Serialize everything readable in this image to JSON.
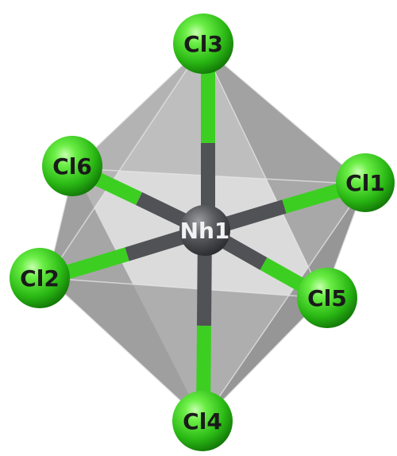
{
  "molecule": {
    "center_atom": {
      "label": "Nh1",
      "color": "#55575a"
    },
    "ligands": [
      {
        "id": "cl3",
        "label": "Cl3"
      },
      {
        "id": "cl6",
        "label": "Cl6"
      },
      {
        "id": "cl1",
        "label": "Cl1"
      },
      {
        "id": "cl2",
        "label": "Cl2"
      },
      {
        "id": "cl5",
        "label": "Cl5"
      },
      {
        "id": "cl4",
        "label": "Cl4"
      }
    ],
    "ligand_color": "#3fcf24",
    "bond_inner_color": "#505256",
    "polyhedron_color": "#9a9a9a"
  }
}
